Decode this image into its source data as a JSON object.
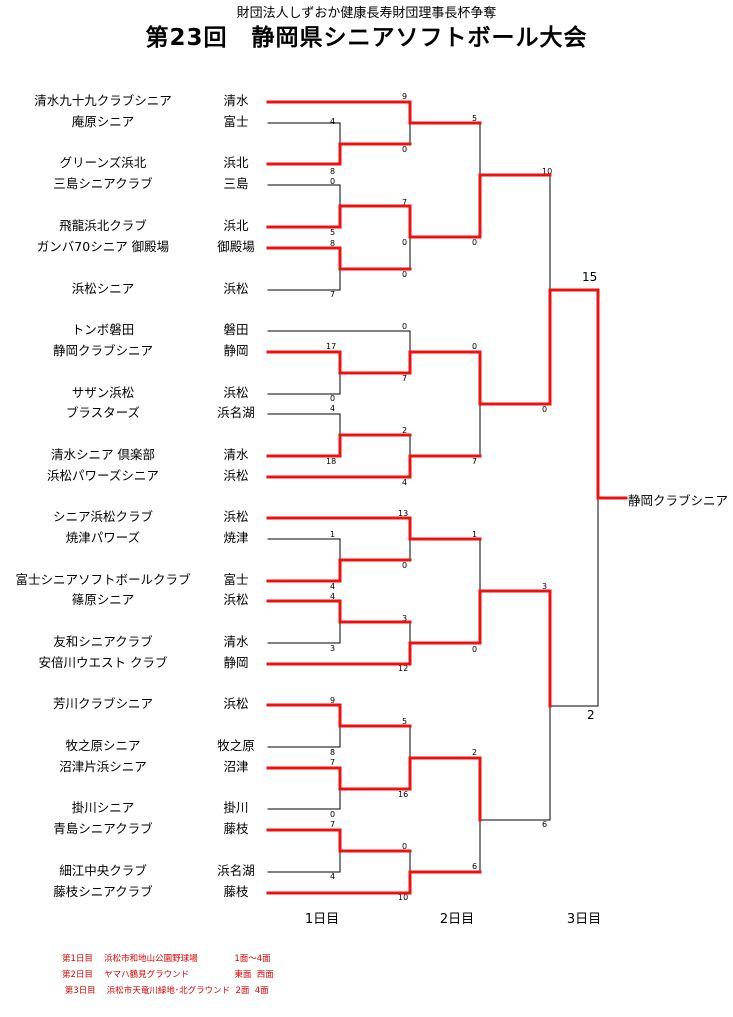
{
  "header": {
    "subtitle": "財団法人しずおか健康長寿財団理事長杯争奪",
    "title": "第23回　静岡県シニアソフトボール大会"
  },
  "colors": {
    "win": "#ee1111",
    "line": "#000000"
  },
  "teams": [
    {
      "name": "清水九十九クラブシニア",
      "pref": "清水"
    },
    {
      "name": "庵原シニア",
      "pref": "富士"
    },
    {
      "name": "グリーンズ浜北",
      "pref": "浜北"
    },
    {
      "name": "三島シニアクラブ",
      "pref": "三島"
    },
    {
      "name": "飛龍浜北クラブ",
      "pref": "浜北"
    },
    {
      "name": "ガンバ70シニア 御殿場",
      "pref": "御殿場"
    },
    {
      "name": "浜松シニア",
      "pref": "浜松"
    },
    {
      "name": "トンボ磐田",
      "pref": "磐田"
    },
    {
      "name": "静岡クラブシニア",
      "pref": "静岡"
    },
    {
      "name": "サザン浜松",
      "pref": "浜松"
    },
    {
      "name": "ブラスターズ",
      "pref": "浜名湖"
    },
    {
      "name": "清水シニア 倶楽部",
      "pref": "清水"
    },
    {
      "name": "浜松パワーズシニア",
      "pref": "浜松"
    },
    {
      "name": "シニア浜松クラブ",
      "pref": "浜松"
    },
    {
      "name": "焼津パワーズ",
      "pref": "焼津"
    },
    {
      "name": "富士シニアソフトボールクラブ",
      "pref": "富士"
    },
    {
      "name": "篠原シニア",
      "pref": "浜松"
    },
    {
      "name": "友和シニアクラブ",
      "pref": "清水"
    },
    {
      "name": "安倍川ウエスト クラブ",
      "pref": "静岡"
    },
    {
      "name": "芳川クラブシニア",
      "pref": "浜松"
    },
    {
      "name": "牧之原シニア",
      "pref": "牧之原"
    },
    {
      "name": "沼津片浜シニア",
      "pref": "沼津"
    },
    {
      "name": "掛川シニア",
      "pref": "掛川"
    },
    {
      "name": "青島シニアクラブ",
      "pref": "藤枝"
    },
    {
      "name": "細江中央クラブ",
      "pref": "浜名湖"
    },
    {
      "name": "藤枝シニアクラブ",
      "pref": "藤枝"
    }
  ],
  "scores": [
    "9",
    "4",
    "0",
    "8",
    "0",
    "7",
    "5",
    "0",
    "8",
    "0",
    "7",
    "0",
    "17",
    "7",
    "0",
    "4",
    "2",
    "18",
    "4",
    "13",
    "1",
    "0",
    "4",
    "4",
    "3",
    "3",
    "12",
    "9",
    "5",
    "8",
    "7",
    "16",
    "0",
    "7",
    "0",
    "4",
    "10",
    "5",
    "0",
    "0",
    "7",
    "1",
    "0",
    "2",
    "6",
    "10",
    "0",
    "3",
    "6",
    "5"
  ],
  "final_scores": [
    "15",
    "2"
  ],
  "winner": "静岡クラブシニア",
  "days": [
    "1日目",
    "2日目",
    "3日目"
  ],
  "notes": [
    "第1日目　 浜松市和地山公園野球場　 　　　1面～4面",
    "第2日目　 ヤマハ鶴見グラウンド　　　　　 東面  西面",
    " 第3日目　 浜松市天竜川緑地･北グラウンド  2面  4面"
  ]
}
